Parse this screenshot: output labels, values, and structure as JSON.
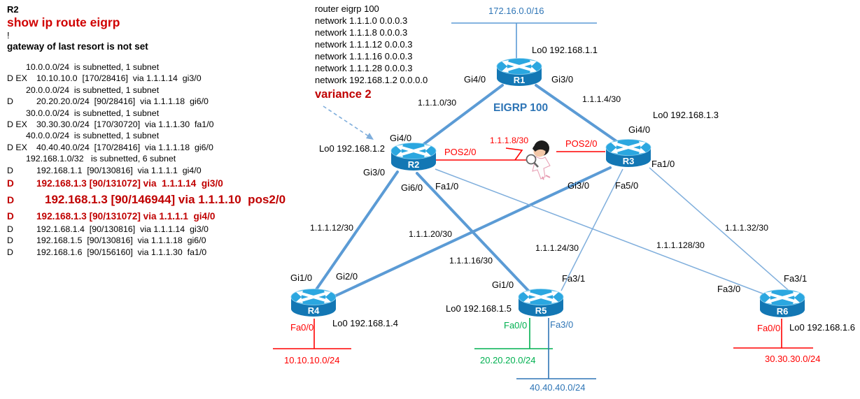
{
  "left_panel": {
    "device": "R2",
    "command": "show ip route eigrp",
    "separator": "!",
    "gateway_line": "gateway of last resort is not set",
    "rows": [
      {
        "code": "",
        "text": "10.0.0.0/24  is subnetted, 1 subnet"
      },
      {
        "code": "D EX",
        "text": "10.10.10.0  [170/28416]  via 1.1.1.14  gi3/0"
      },
      {
        "code": "",
        "text": "20.0.0.0/24  is subnetted, 1 subnet"
      },
      {
        "code": "D",
        "text": "20.20.20.0/24  [90/28416]  via 1.1.1.18  gi6/0"
      },
      {
        "code": "",
        "text": "30.0.0.0/24  is subnetted, 1 subnet"
      },
      {
        "code": "D EX",
        "text": "30.30.30.0/24  [170/30720]  via 1.1.1.30  fa1/0"
      },
      {
        "code": "",
        "text": "40.0.0.0/24  is subnetted, 1 subnet"
      },
      {
        "code": "D EX",
        "text": "40.40.40.0/24  [170/28416]  via 1.1.1.18  gi6/0"
      },
      {
        "code": "",
        "text": "192.168.1.0/32   is subnetted, 6 subnet"
      },
      {
        "code": "D",
        "text": "192.168.1.1  [90/130816]  via 1.1.1.1  gi4/0"
      },
      {
        "code": "D",
        "text": "192.168.1.3 [90/131072] via  1.1.1.14  gi3/0"
      },
      {
        "code": "D",
        "text": "192.168.1.3 [90/146944] via 1.1.1.10  pos2/0"
      },
      {
        "code": "D",
        "text": "192.168.1.3 [90/131072] via 1.1.1.1  gi4/0"
      },
      {
        "code": "D",
        "text": "192.1.68.1.4  [90/130816]  via 1.1.1.14  gi3/0"
      },
      {
        "code": "D",
        "text": "192.168.1.5  [90/130816]  via 1.1.1.18  gi6/0"
      },
      {
        "code": "D",
        "text": "192.168.1.6  [90/156160]  via 1.1.1.30  fa1/0"
      }
    ]
  },
  "config_panel": {
    "lines": [
      "router eigrp 100",
      "network 1.1.1.0 0.0.0.3",
      "network 1.1.1.8 0.0.0.3",
      "network 1.1.1.12 0.0.0.3",
      "network 1.1.1.16 0.0.0.3",
      "network 1.1.1.28 0.0.0.3",
      "network 192.168.1.2 0.0.0.0"
    ],
    "variance": "variance 2"
  },
  "diagram": {
    "title": "EIGRP 100",
    "top_network": "172.16.0.0/16",
    "routers": {
      "r1": {
        "name": "R1",
        "loopback": "Lo0 192.168.1.1"
      },
      "r2": {
        "name": "R2",
        "loopback": "Lo0 192.168.1.2"
      },
      "r3": {
        "name": "R3",
        "loopback": "Lo0 192.168.1.3"
      },
      "r4": {
        "name": "R4",
        "loopback": "Lo0 192.168.1.4"
      },
      "r5": {
        "name": "R5",
        "loopback": "Lo0 192.168.1.5"
      },
      "r6": {
        "name": "R6",
        "loopback": "Lo0 192.168.1.6"
      }
    },
    "links": {
      "r1_r2": "1.1.1.0/30",
      "r1_r3": "1.1.1.4/30",
      "r2_r3": "1.1.1.8/30",
      "r2_r4": "1.1.1.12/30",
      "r2_r5": "1.1.1.16/30",
      "r4_r3": "1.1.1.20/30",
      "r5_r3": "1.1.1.24/30",
      "r2_r6": "1.1.1.128/30",
      "r3_r6": "1.1.1.32/30"
    },
    "interfaces": {
      "r1_gi40": "Gi4/0",
      "r1_gi30": "Gi3/0",
      "r2_gi40": "Gi4/0",
      "r2_gi30": "Gi3/0",
      "r2_gi60": "Gi6/0",
      "r2_fa10": "Fa1/0",
      "r2_pos20": "POS2/0",
      "r3_pos20": "POS2/0",
      "r3_gi40": "Gi4/0",
      "r3_fa10": "Fa1/0",
      "r3_gi30": "Gi3/0",
      "r3_fa50": "Fa5/0",
      "r4_gi10": "Gi1/0",
      "r4_gi20": "Gi2/0",
      "r4_fa00": "Fa0/0",
      "r5_gi10": "Gi1/0",
      "r5_fa31": "Fa3/1",
      "r5_fa00": "Fa0/0",
      "r5_fa30": "Fa3/0",
      "r6_fa30": "Fa3/0",
      "r6_fa31": "Fa3/1",
      "r6_fa00": "Fa0/0"
    },
    "stub_networks": {
      "r4_fa00": "10.10.10.0/24",
      "r5_fa00": "20.20.20.0/24",
      "r5_fa30": "40.40.40.0/24",
      "r6_fa00": "30.30.30.0/24"
    },
    "colors": {
      "link_blue": "#5B9BD5",
      "thin_link_blue": "#7FAEDC",
      "red": "#FF0000",
      "green": "#00B050",
      "blue_text": "#2E75B6",
      "red_text": "#C00000"
    }
  }
}
